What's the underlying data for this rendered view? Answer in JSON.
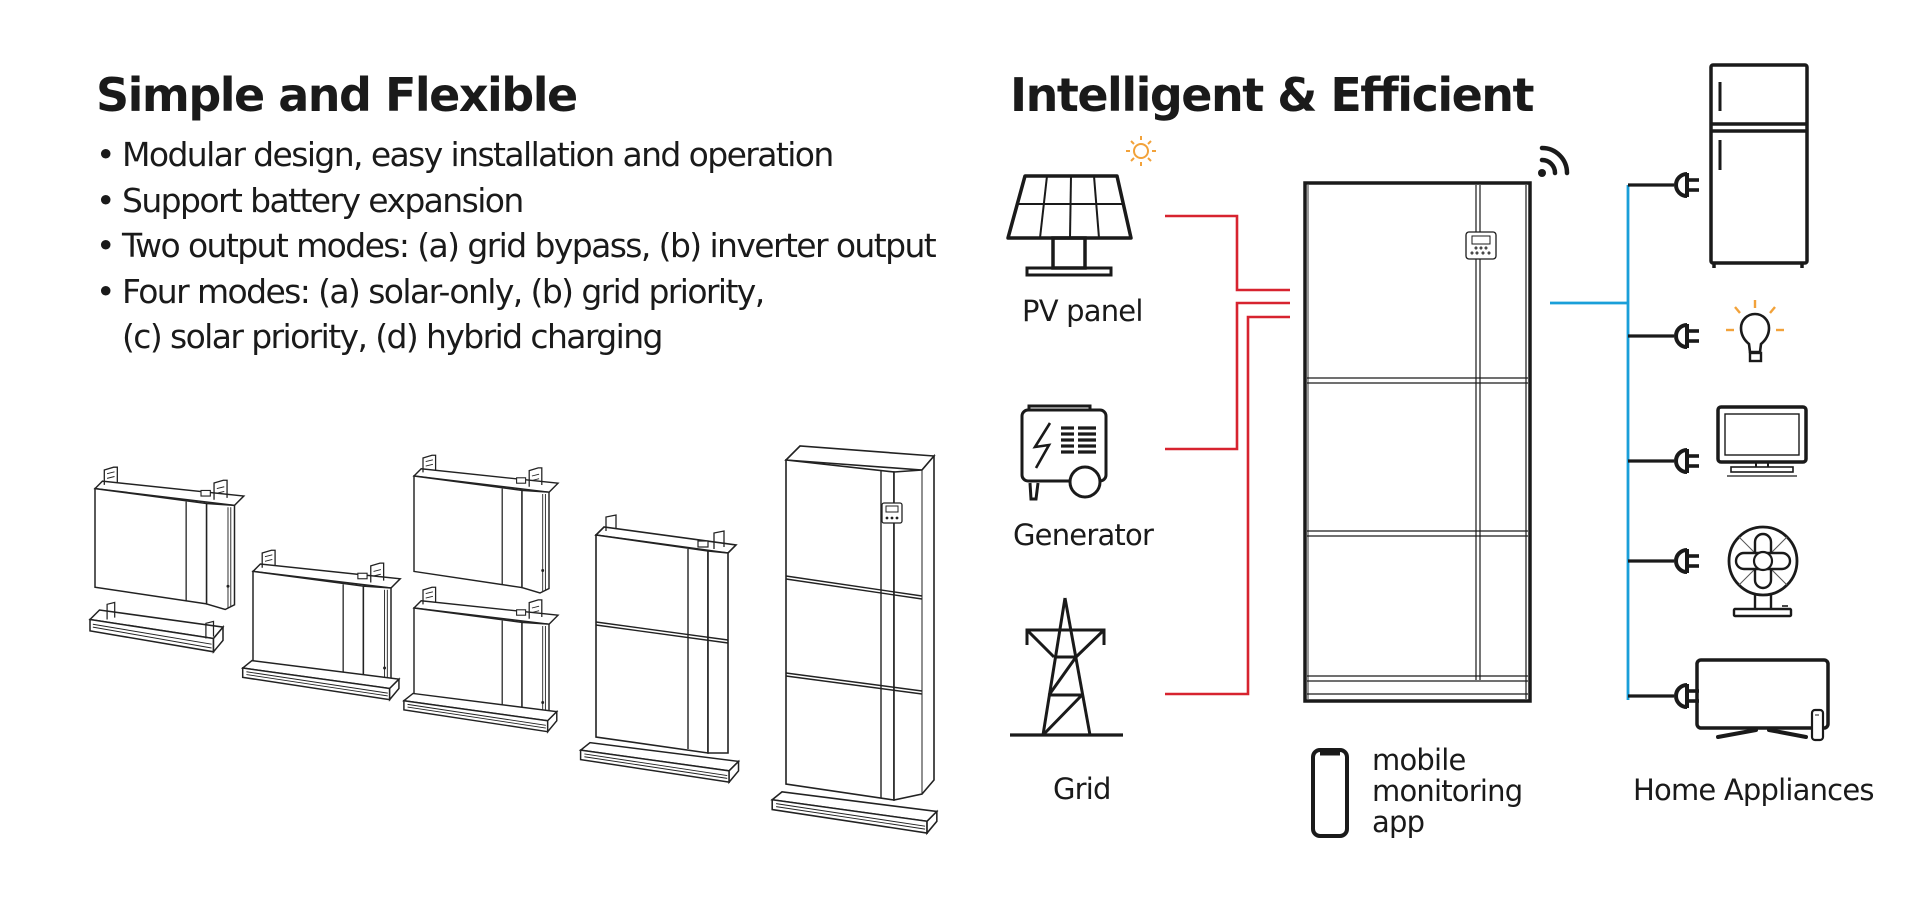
{
  "left_section": {
    "title": "Simple and Flexible",
    "bullets": [
      {
        "text": "Modular design, easy installation and operation"
      },
      {
        "text": "Support battery expansion"
      },
      {
        "text": "Two output modes: (a) grid bypass, (b) inverter output"
      },
      {
        "text": "Four modes: (a) solar-only, (b) grid priority,",
        "continuation": "(c) solar priority, (d) hybrid charging"
      }
    ],
    "illustrations": [
      {
        "name": "single-module-with-base",
        "modules": 1,
        "exploded": true
      },
      {
        "name": "single-module-on-base",
        "modules": 1
      },
      {
        "name": "two-modules-exploded",
        "modules": 2,
        "exploded": true
      },
      {
        "name": "two-module-stack",
        "modules": 2
      },
      {
        "name": "inverter-plus-two-modules",
        "modules": 3,
        "has_display": true
      }
    ]
  },
  "right_section": {
    "title": "Intelligent & Efficient",
    "sources": [
      {
        "label": "PV panel",
        "icon": "solar-panel-icon"
      },
      {
        "label": "Generator",
        "icon": "generator-icon"
      },
      {
        "label": "Grid",
        "icon": "transmission-tower-icon"
      }
    ],
    "central_unit": {
      "icon": "energy-storage-cabinet-icon",
      "modules": 3,
      "wireless_icon": "wifi-signal-icon"
    },
    "app": {
      "label_lines": [
        "mobile",
        "monitoring",
        "app"
      ],
      "icon": "smartphone-icon"
    },
    "loads": {
      "label": "Home Appliances",
      "items": [
        {
          "name": "refrigerator",
          "icon": "refrigerator-icon"
        },
        {
          "name": "light-bulb",
          "icon": "light-bulb-icon"
        },
        {
          "name": "computer-monitor",
          "icon": "monitor-icon"
        },
        {
          "name": "fan",
          "icon": "fan-icon"
        },
        {
          "name": "television",
          "icon": "tv-icon"
        }
      ]
    },
    "colors": {
      "input_lines": "#d7232f",
      "output_bus": "#1a9fd9",
      "sun_accent": "#f2a23a",
      "stroke": "#1a1a1a"
    }
  }
}
